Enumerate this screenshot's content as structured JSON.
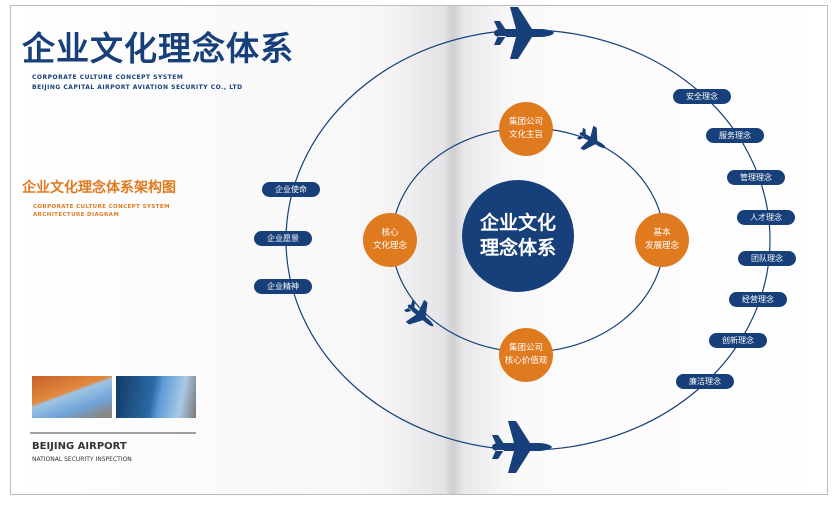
{
  "header": {
    "title": "企业文化理念体系",
    "subtitle1": "CORPORATE CULTURE CONCEPT SYSTEM",
    "subtitle2": "BEIJING CAPITAL AIRPORT AVIATION SECURITY CO., LTD"
  },
  "section": {
    "title": "企业文化理念体系架构图",
    "subtitle1": "CORPORATE CULTURE CONCEPT SYSTEM",
    "subtitle2": "ARCHITECTURE DIAGRAM"
  },
  "footer": {
    "title": "BEIJING AIRPORT",
    "subtitle": "NATIONAL SECURITY INSPECTION"
  },
  "center": {
    "line1": "企业文化",
    "line2": "理念体系"
  },
  "inner": [
    {
      "l1": "集团公司",
      "l2": "文化主旨"
    },
    {
      "l1": "核心",
      "l2": "文化理念"
    },
    {
      "l1": "基本",
      "l2": "发展理念"
    },
    {
      "l1": "集团公司",
      "l2": "核心价值观"
    }
  ],
  "left_pills": [
    "企业使命",
    "企业愿景",
    "企业精神"
  ],
  "right_pills": [
    "安全理念",
    "服务理念",
    "管理理念",
    "人才理念",
    "团队理念",
    "经营理念",
    "创新理念",
    "廉洁理念"
  ],
  "colors": {
    "navy": "#173f7a",
    "orange": "#e07a1f"
  }
}
